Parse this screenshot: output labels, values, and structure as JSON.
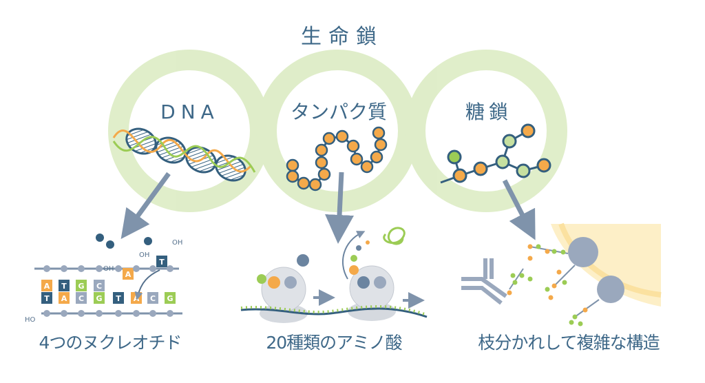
{
  "title": "生命鎖",
  "circles": [
    {
      "label": "DNA"
    },
    {
      "label": "タンパク質"
    },
    {
      "label": "糖鎖"
    }
  ],
  "bottom_labels": [
    "4つのヌクレオチド",
    "20種類のアミノ酸",
    "枝分かれして複雑な構造"
  ],
  "nucleotides": {
    "top_row": [
      "A",
      "T",
      "G",
      "C"
    ],
    "bottom_row": [
      "T",
      "A",
      "C",
      "G",
      "T",
      "A",
      "C",
      "G"
    ],
    "free": [
      "A",
      "T"
    ],
    "hydroxyl": "OH",
    "hydroxyl_end": "HO"
  },
  "colors": {
    "text": "#3e6888",
    "ring": "#dcebc3",
    "arrow": "#7f93ab",
    "orange": "#f4a94a",
    "green": "#9ccc55",
    "light_green": "#c6e0a0",
    "navy": "#345f7e",
    "gray": "#9aa8bd",
    "cell": "#fdefc7"
  }
}
